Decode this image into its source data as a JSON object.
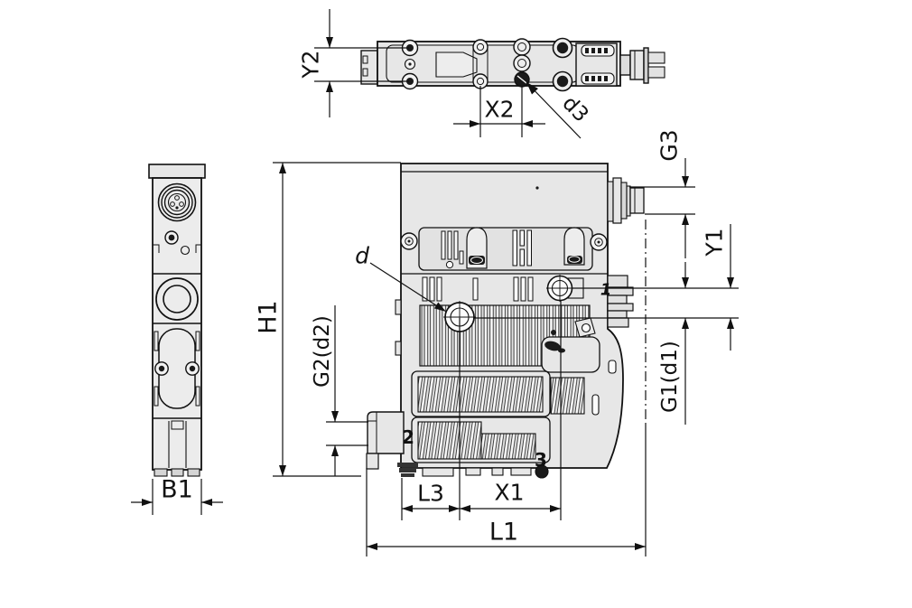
{
  "colors": {
    "line": "#111111",
    "body_fill": "#e7e7e7",
    "panel_fill": "#e2e2e2",
    "dark_fill": "#1a1a1a",
    "background": "#ffffff"
  },
  "labels": {
    "y2": "Y2",
    "x2": "X2",
    "d3": "d3",
    "g3": "G3",
    "y1": "Y1",
    "g1_d1": "G1(d1)",
    "h1": "H1",
    "d": "d",
    "g2_d2": "G2(d2)",
    "b1": "B1",
    "l3": "L3",
    "x1": "X1",
    "l1": "L1"
  },
  "ports": {
    "port1": "1",
    "port2": "2",
    "port3": "3"
  }
}
